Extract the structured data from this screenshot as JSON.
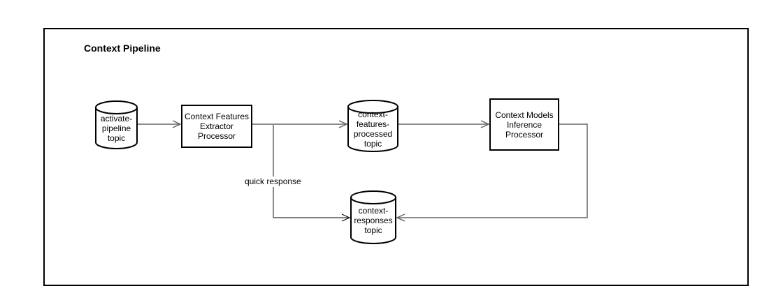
{
  "diagram": {
    "title": "Context Pipeline",
    "nodes": {
      "activate_topic": {
        "label": "activate-\npipeline\ntopic",
        "shape": "cylinder"
      },
      "extractor": {
        "label": "Context Features\nExtractor\nProcessor",
        "shape": "rectangle"
      },
      "features_topic": {
        "label": "context-\nfeatures-\nprocessed\ntopic",
        "shape": "cylinder"
      },
      "inference": {
        "label": "Context Models\nInference\nProcessor",
        "shape": "rectangle"
      },
      "responses_topic": {
        "label": "context-\nresponses\ntopic",
        "shape": "cylinder"
      }
    },
    "edge_labels": {
      "quick_response": "quick response"
    },
    "colors": {
      "connector": "#666666",
      "quick_connector": "#000000",
      "shape_stroke": "#000000",
      "frame_stroke": "#000000",
      "background": "#ffffff"
    }
  }
}
